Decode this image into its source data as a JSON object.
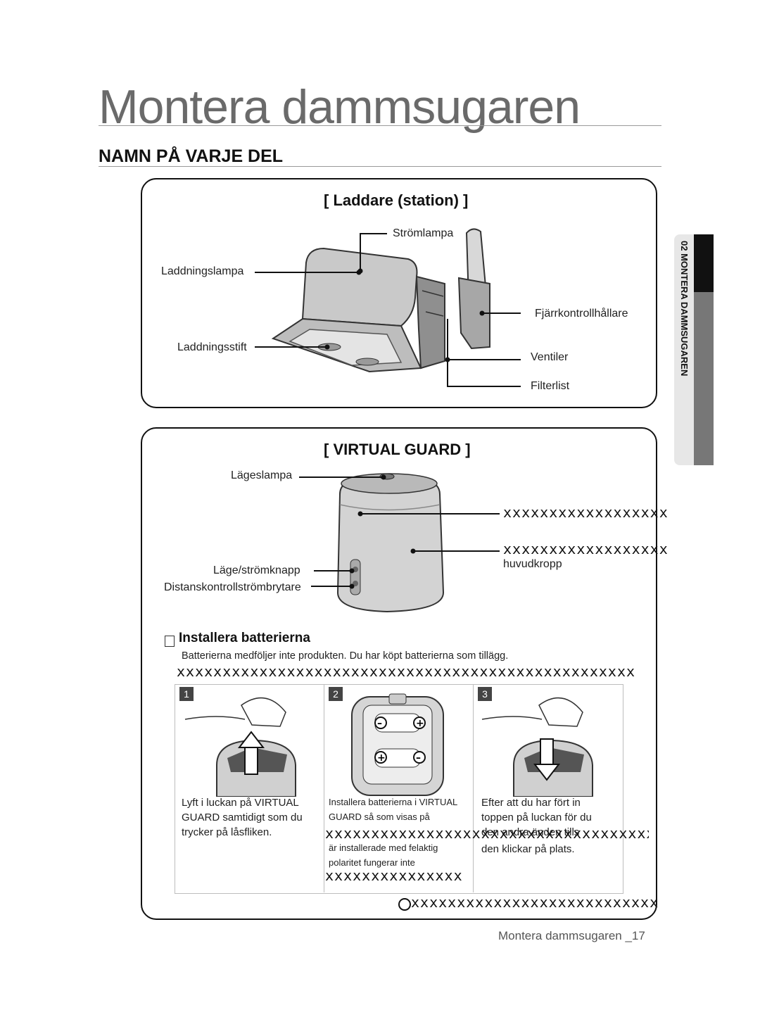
{
  "page": {
    "title": "Montera dammsugaren",
    "section_heading": "NAMN PÅ VARJE DEL",
    "sidebar_label": "02 MONTERA DAMMSUGAREN",
    "footer": "Montera dammsugaren _17"
  },
  "charger": {
    "title": "[ Laddare (station) ]",
    "labels": {
      "power_lamp": "Strömlampa",
      "charging_lamp": "Laddningslampa",
      "remote_holder": "Fjärrkontrollhållare",
      "charging_pins": "Laddningsstift",
      "vents": "Ventiler",
      "filter_strip": "Filterlist"
    }
  },
  "virtual_guard": {
    "title": "[ VIRTUAL GUARD ]",
    "labels": {
      "mode_lamp": "Lägeslampa",
      "garbled_1": "xxxxxxxxxxxxxxxxxx",
      "garbled_2": "xxxxxxxxxxxxxxxxxx",
      "main_body": "huvudkropp",
      "mode_power_button": "Läge/strömknapp",
      "remote_switch": "Distanskontrollströmbrytare"
    }
  },
  "batteries": {
    "heading": "Installera batterierna",
    "note": "Batterierna medföljer inte produkten. Du har köpt batterierna som tillägg.",
    "garbled_note": "xxxxxxxxxxxxxxxxxxxxxxxxxxxxxxxxxxxxxxxxxxxxxxxxxx",
    "steps": [
      {
        "tag": "1",
        "text": "Lyft i luckan på VIRTUAL GUARD samtidigt som du trycker på låsfliken."
      },
      {
        "tag": "2",
        "line1": "Installera batterierna i VIRTUAL",
        "line2": "GUARD så som visas på",
        "line3": "är installerade med felaktig",
        "line4": "polaritet fungerar inte",
        "garbled": "xxxxxxxxxxxxxxx"
      },
      {
        "tag": "3",
        "line1": "Efter att du har fört in",
        "line2": "toppen på luckan för du",
        "line3": "den andra änden tills",
        "line4": "den klickar på plats."
      }
    ],
    "garbled_across": "xxxxxxxxxxxxxxxxxxxxxxxxxxxxxxxxxxxx",
    "garbled_bottom": "xxxxxxxxxxxxxxxxxxxxxxxxxxx"
  }
}
